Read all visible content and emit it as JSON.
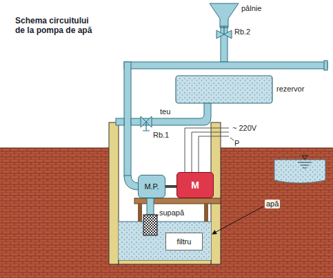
{
  "diagram": {
    "title": "Schema circuitului de la pompa de apă",
    "nodes": [
      {
        "text": [
          "M.P."
        ]
      },
      {
        "text": [
          "M"
        ]
      },
      {
        "text": [
          "filtru"
        ]
      }
    ],
    "edges": [
      {
        "from": 0,
        "to": 1,
        "arrow": "none"
      }
    ],
    "labels": [
      "pâlnie",
      "Rb.2",
      "rezervor",
      "teu",
      "Rb.1",
      "~ 220V",
      "P",
      "supapă",
      "apă"
    ]
  }
}
